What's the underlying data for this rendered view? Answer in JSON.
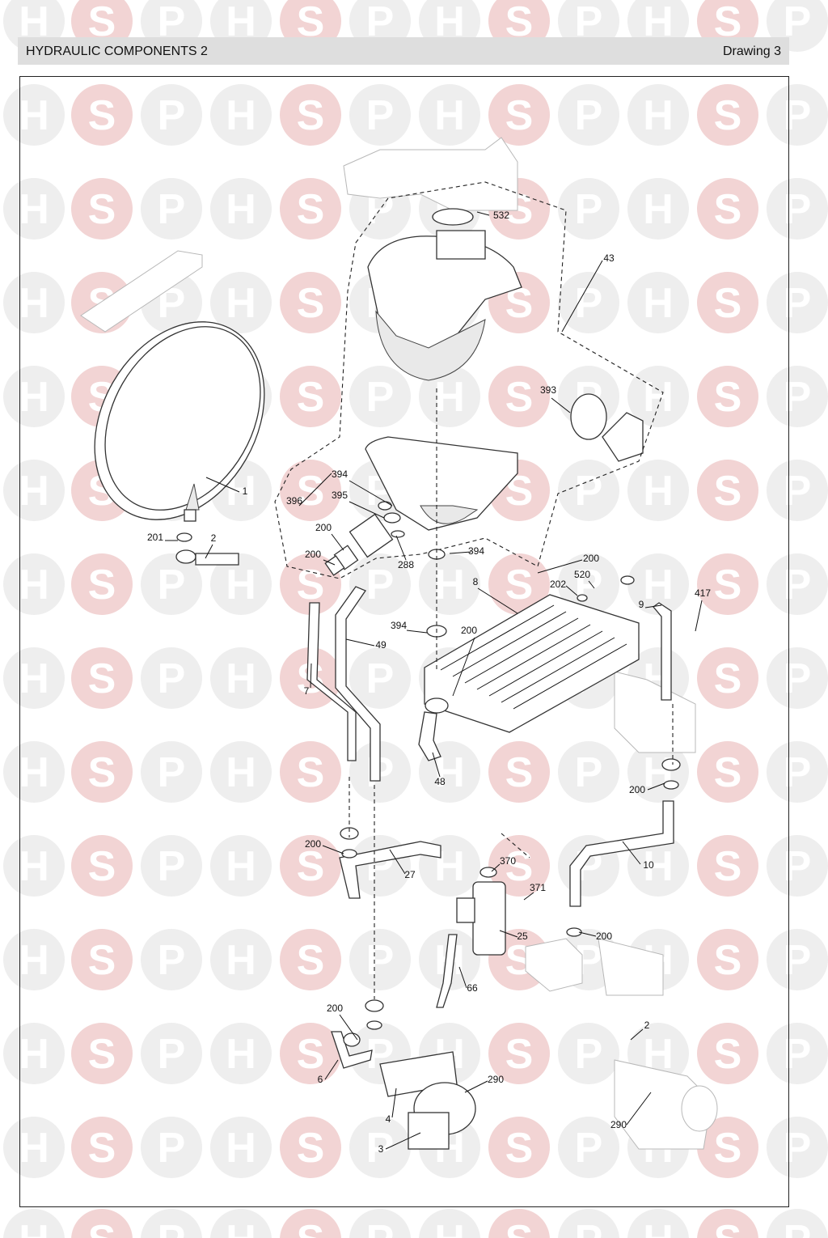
{
  "header": {
    "title": "HYDRAULIC COMPONENTS 2",
    "drawing": "Drawing 3"
  },
  "watermark": {
    "letters": [
      "H",
      "S",
      "P"
    ],
    "color": "#f2d4d4",
    "circle_color": "#eeeeee"
  },
  "callouts": [
    "532",
    "43",
    "1",
    "393",
    "394",
    "395",
    "396",
    "201",
    "2",
    "200",
    "200",
    "288",
    "394",
    "200",
    "8",
    "202",
    "520",
    "9",
    "417",
    "394",
    "200",
    "49",
    "7",
    "48",
    "200",
    "200",
    "27",
    "370",
    "10",
    "371",
    "25",
    "200",
    "66",
    "200",
    "2",
    "6",
    "290",
    "4",
    "3",
    "290"
  ]
}
